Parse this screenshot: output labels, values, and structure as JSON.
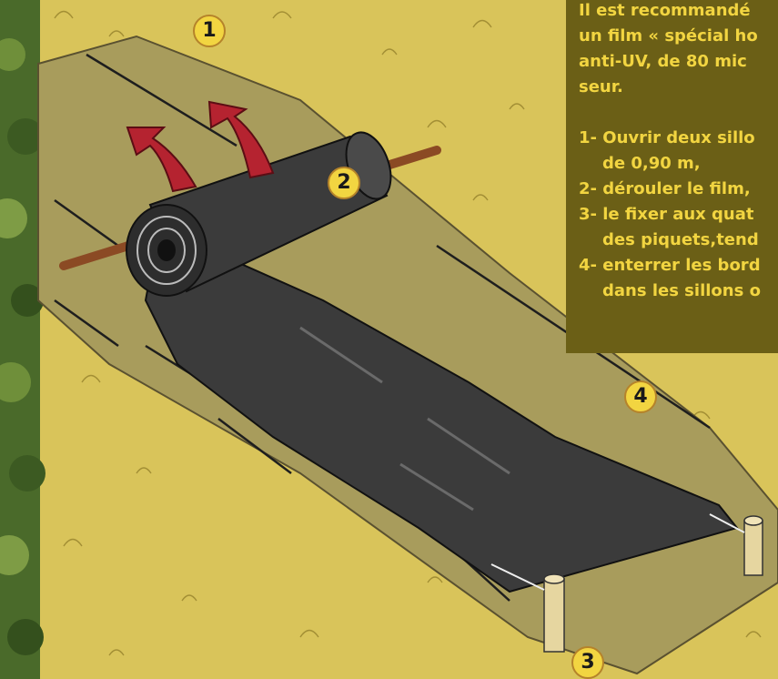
{
  "info": {
    "intro_lines": [
      "Il est recommandé",
      "un film « spécial ho",
      "anti-UV, de 80 mic",
      "seur."
    ],
    "steps": [
      "1- Ouvrir deux sillo",
      "   de 0,90 m,",
      "2- dérouler le film,",
      "3- le fixer aux quat",
      "   des piquets,tend",
      "4- enterrer les bord",
      "   dans les sillons o"
    ]
  },
  "markers": [
    "1",
    "2",
    "3",
    "4"
  ],
  "colors": {
    "background": "#d9c45a",
    "path": "#a89c5c",
    "film": "#3b3b3b",
    "arrow": "#b52330",
    "rod": "#8b4a24",
    "info_bg": "#6b5f16",
    "info_text": "#f2d541",
    "badge": "#f2d541"
  }
}
